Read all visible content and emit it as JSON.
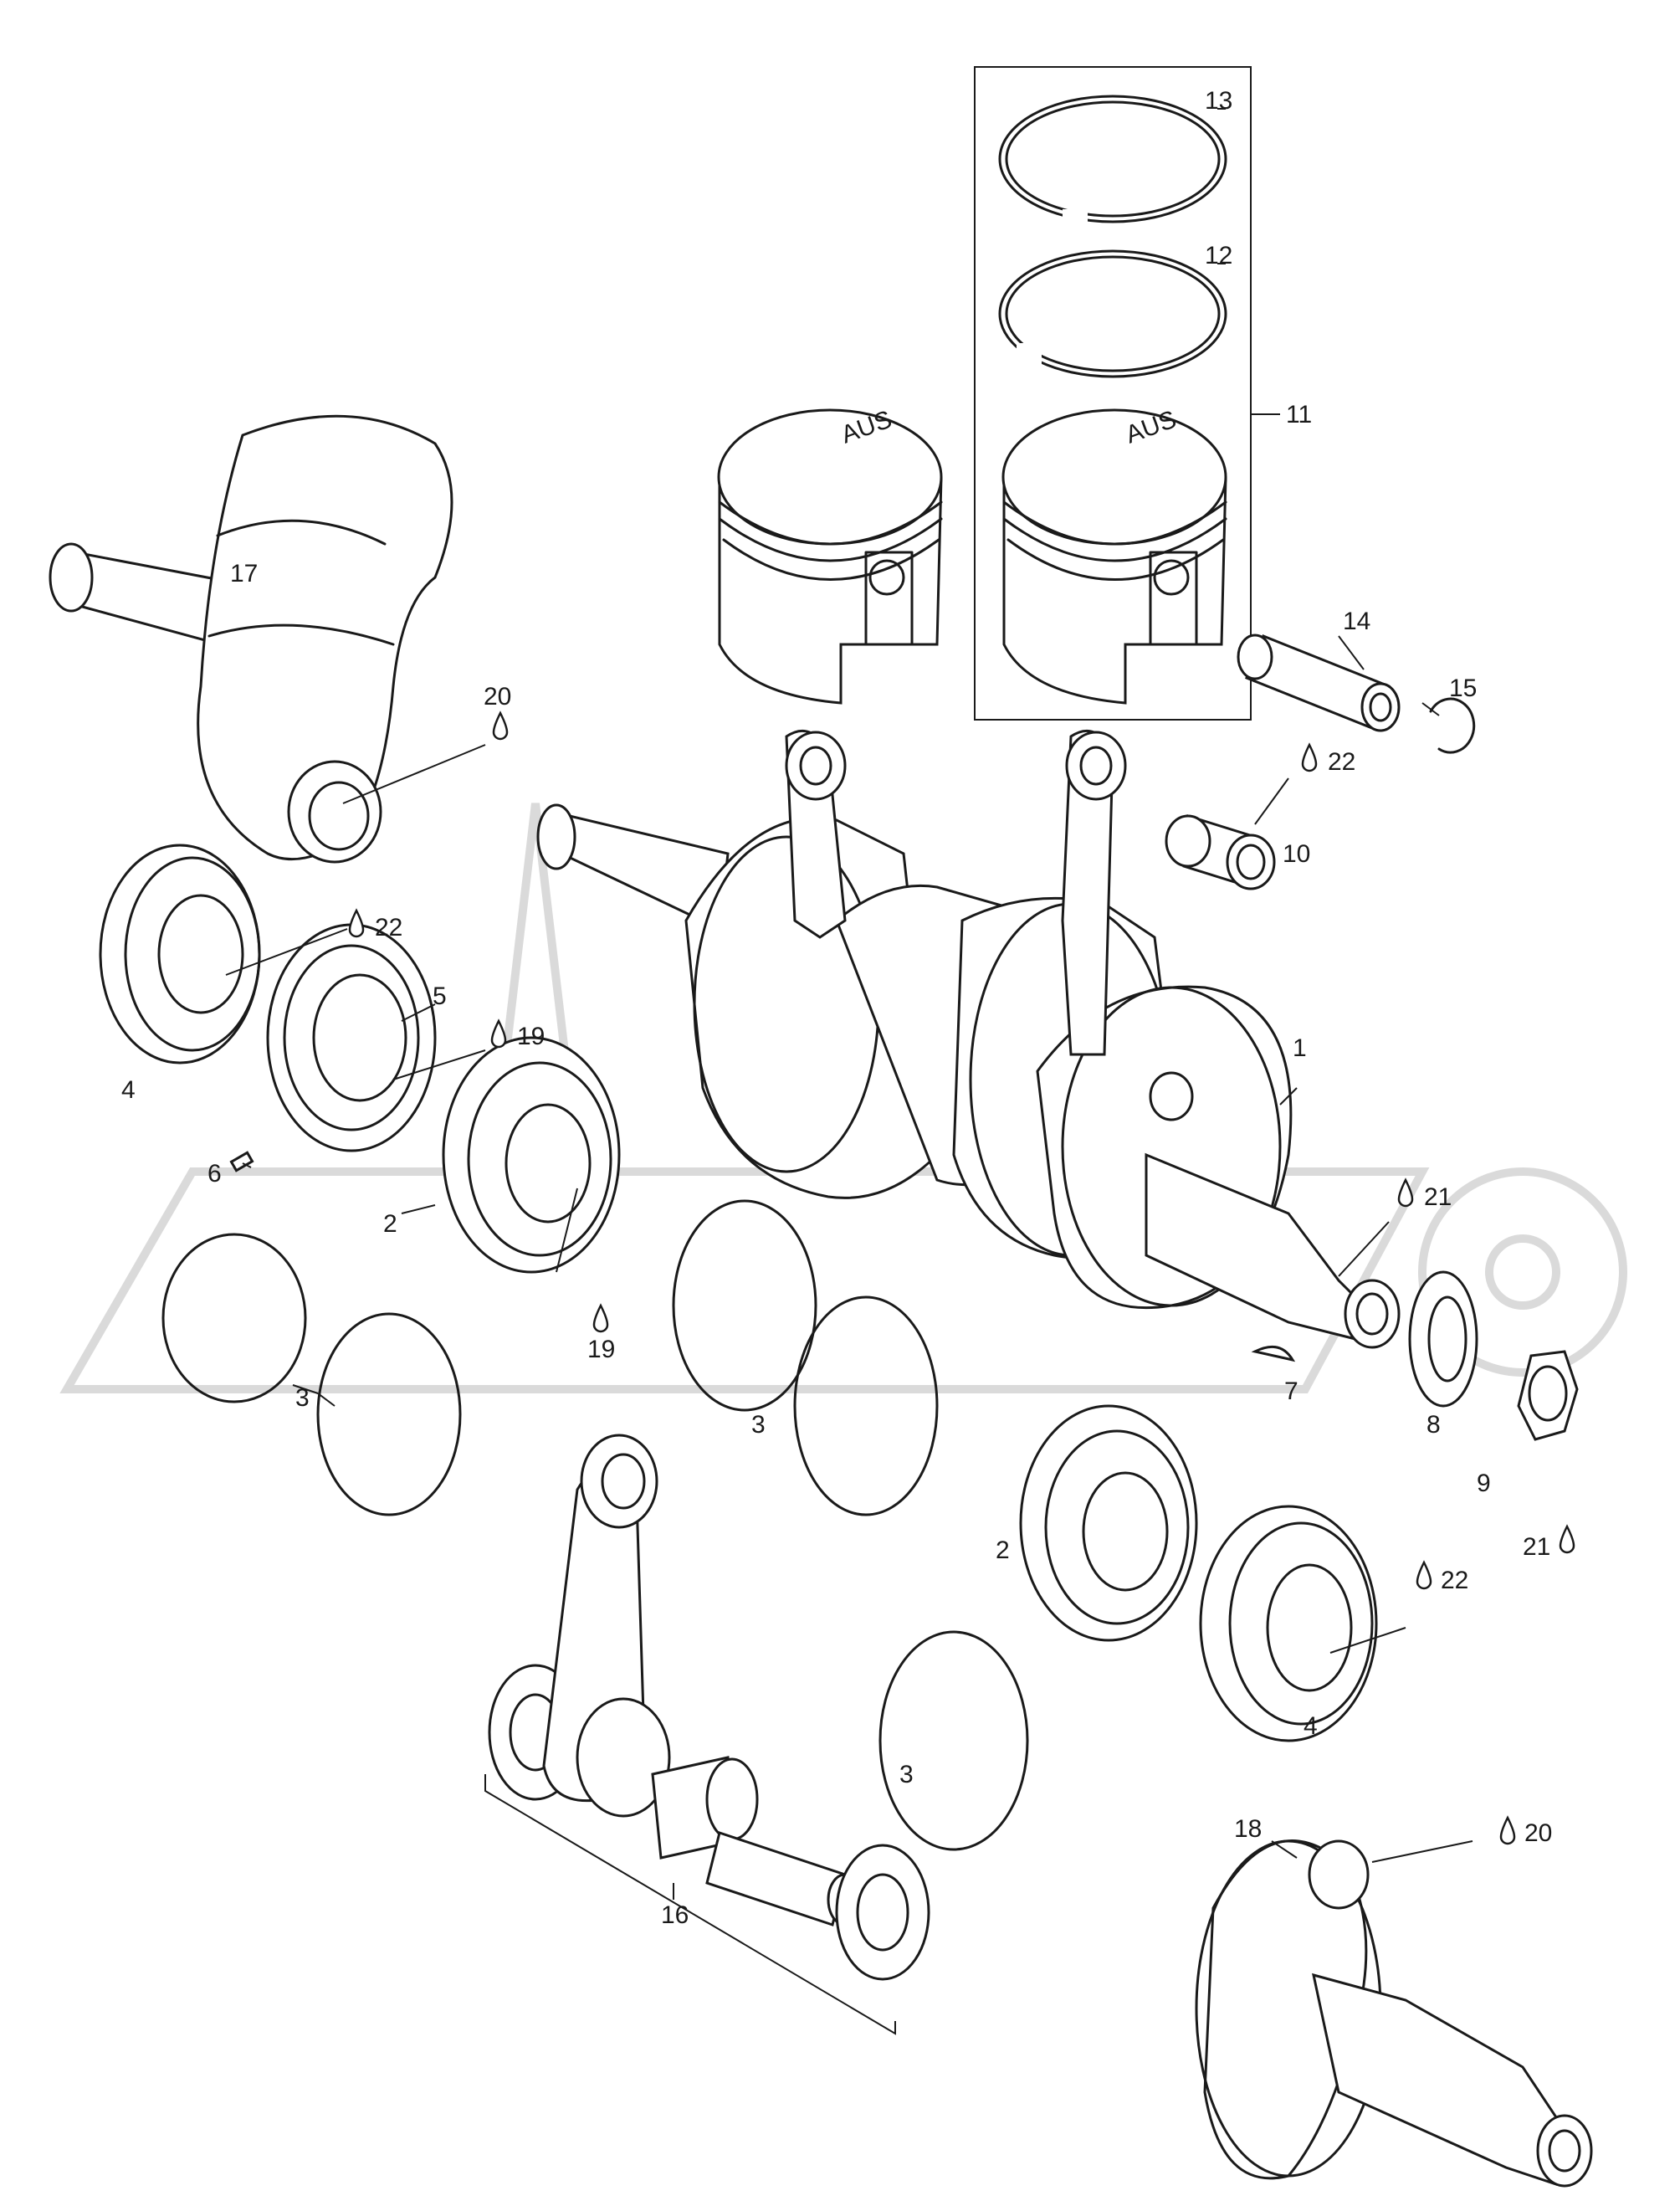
{
  "diagram": {
    "piston_marking": "AUS",
    "callouts": [
      {
        "id": "c1",
        "text": "1",
        "lube": false
      },
      {
        "id": "c2a",
        "text": "2",
        "lube": false
      },
      {
        "id": "c2b",
        "text": "2",
        "lube": false
      },
      {
        "id": "c3a",
        "text": "3",
        "lube": false
      },
      {
        "id": "c3b",
        "text": "3",
        "lube": false
      },
      {
        "id": "c3c",
        "text": "3",
        "lube": false
      },
      {
        "id": "c4a",
        "text": "4",
        "lube": false
      },
      {
        "id": "c4b",
        "text": "4",
        "lube": false
      },
      {
        "id": "c5",
        "text": "5",
        "lube": false
      },
      {
        "id": "c6",
        "text": "6",
        "lube": false
      },
      {
        "id": "c7",
        "text": "7",
        "lube": false
      },
      {
        "id": "c8",
        "text": "8",
        "lube": false
      },
      {
        "id": "c9",
        "text": "9",
        "lube": false
      },
      {
        "id": "c10",
        "text": "10",
        "lube": false
      },
      {
        "id": "c11",
        "text": "11",
        "lube": false
      },
      {
        "id": "c12",
        "text": "12",
        "lube": false
      },
      {
        "id": "c13",
        "text": "13",
        "lube": false
      },
      {
        "id": "c14",
        "text": "14",
        "lube": false
      },
      {
        "id": "c15",
        "text": "15",
        "lube": false
      },
      {
        "id": "c16",
        "text": "16",
        "lube": false
      },
      {
        "id": "c17",
        "text": "17",
        "lube": false
      },
      {
        "id": "c18",
        "text": "18",
        "lube": false
      },
      {
        "id": "c19a",
        "text": "19",
        "lube": true
      },
      {
        "id": "c19b",
        "text": "19",
        "lube": true
      },
      {
        "id": "c20a",
        "text": "20",
        "lube": true
      },
      {
        "id": "c20b",
        "text": "20",
        "lube": true
      },
      {
        "id": "c21a",
        "text": "21",
        "lube": true
      },
      {
        "id": "c21b",
        "text": "21",
        "lube": true
      },
      {
        "id": "c22a",
        "text": "22",
        "lube": true
      },
      {
        "id": "c22b",
        "text": "22",
        "lube": true
      },
      {
        "id": "c22c",
        "text": "22",
        "lube": true
      }
    ]
  }
}
